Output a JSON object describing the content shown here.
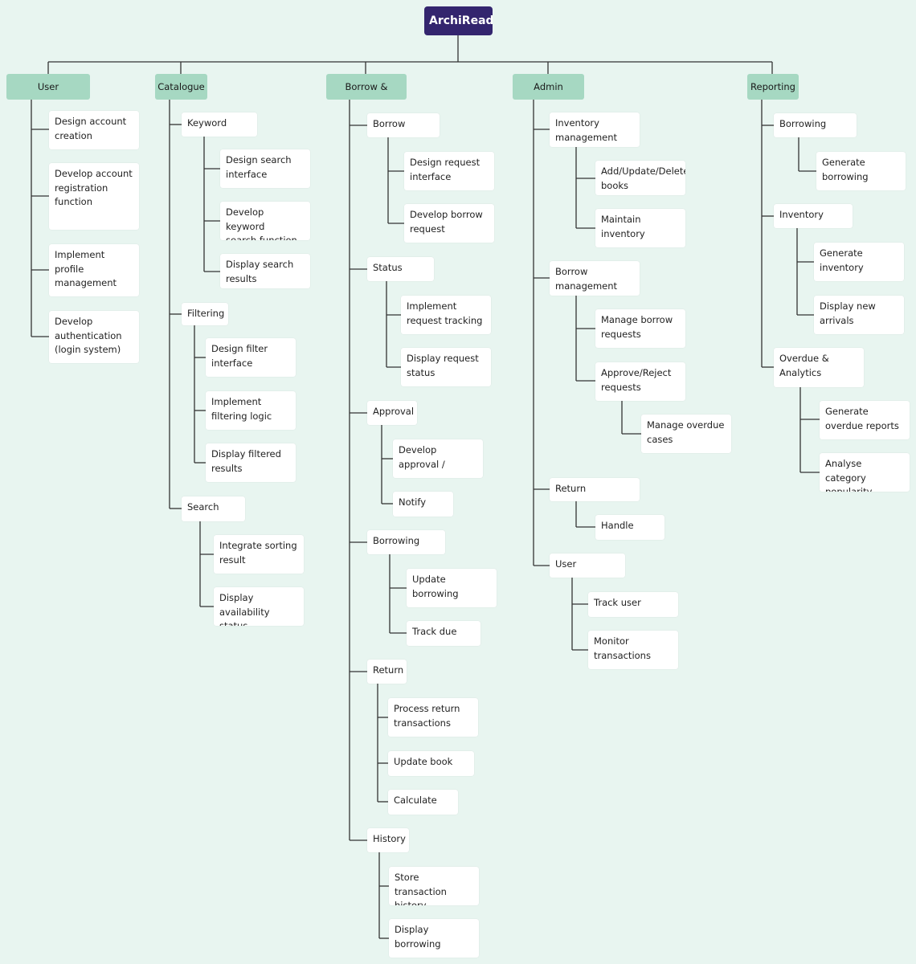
{
  "root": "ArchiRead",
  "categories": [
    "User",
    "Catalogue",
    "Borrow &",
    "Admin",
    "Reporting"
  ],
  "nodes": {
    "user_1": "Design account\ncreation",
    "user_2": "Develop account\nregistration\nfunction",
    "user_3": "Implement\nprofile\nmanagement",
    "user_4": "Develop\nauthentication\n(login system)",
    "cat_keyword": "Keyword",
    "cat_keyword_1": "Design search\ninterface",
    "cat_keyword_2": "Develop keyword\nsearch function",
    "cat_keyword_3": "Display search\nresults",
    "cat_filtering": "Filtering",
    "cat_filtering_1": "Design filter\ninterface",
    "cat_filtering_2": "Implement\nfiltering logic",
    "cat_filtering_3": "Display filtered\nresults",
    "cat_search": "Search",
    "cat_search_1": "Integrate sorting\nresult",
    "cat_search_2": "Display\navailability status",
    "br_borrow": "Borrow",
    "br_borrow_1": "Design request\ninterface",
    "br_borrow_2": "Develop borrow\nrequest",
    "br_status": "Status",
    "br_status_1": "Implement\nrequest tracking",
    "br_status_2": "Display request\nstatus",
    "br_approval": "Approval",
    "br_approval_1": "Develop\napproval /",
    "br_approval_2": "Notify",
    "br_borrowing": "Borrowing",
    "br_borrowing_1": "Update\nborrowing",
    "br_borrowing_2": "Track due",
    "br_return": "Return",
    "br_return_1": "Process return\ntransactions",
    "br_return_2": "Update book",
    "br_return_3": "Calculate",
    "br_history": "History",
    "br_history_1": "Store transaction\nhistory",
    "br_history_2": "Display\nborrowing",
    "ad_inventory": "Inventory\nmanagement",
    "ad_inventory_1": "Add/Update/Delete\nbooks",
    "ad_inventory_2": "Maintain\ninventory",
    "ad_borrow": "Borrow\nmanagement",
    "ad_borrow_1": "Manage borrow\nrequests",
    "ad_borrow_2": "Approve/Reject\nrequests",
    "ad_borrow_2_1": "Manage overdue\ncases",
    "ad_return": "Return",
    "ad_return_1": "Handle",
    "ad_user": "User",
    "ad_user_1": "Track user",
    "ad_user_2": "Monitor\ntransactions",
    "rp_borrowing": "Borrowing",
    "rp_borrowing_1": "Generate\nborrowing",
    "rp_inventory": "Inventory",
    "rp_inventory_1": "Generate\ninventory",
    "rp_inventory_2": "Display new\narrivals",
    "rp_overdue": "Overdue &\nAnalytics",
    "rp_overdue_1": "Generate\noverdue reports",
    "rp_overdue_2": "Analyse category\npopularity"
  },
  "colors": {
    "background": "#e8f5f0",
    "root": "#33256e",
    "category": "#a6d8c2",
    "node": "#ffffff",
    "line": "#333333"
  }
}
